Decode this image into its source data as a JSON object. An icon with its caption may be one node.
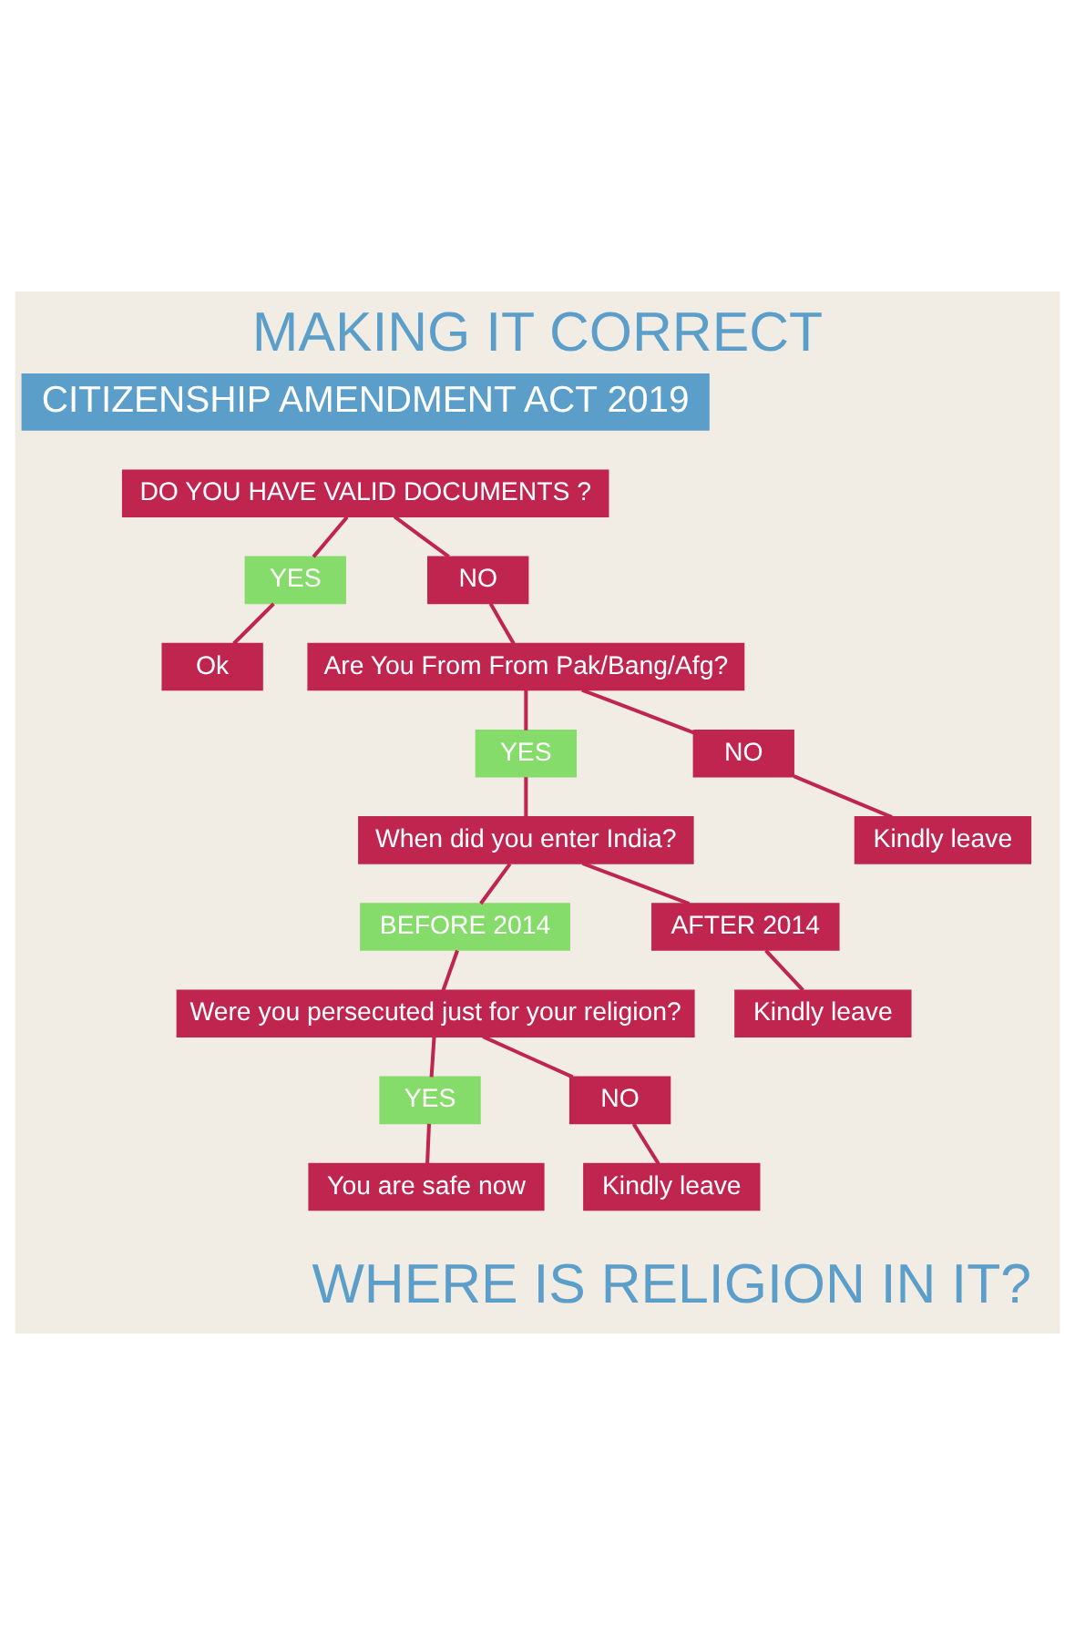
{
  "diagram": {
    "title": "MAKING IT CORRECT",
    "caption": "WHERE IS RELIGION IN IT?",
    "nodes": [
      {
        "text": [
          "CITIZENSHIP AMENDMENT ACT 2019"
        ]
      },
      {
        "text": [
          "DO YOU HAVE VALID DOCUMENTS ?"
        ]
      },
      {
        "text": [
          "YES"
        ]
      },
      {
        "text": [
          "NO"
        ]
      },
      {
        "text": [
          "Ok"
        ]
      },
      {
        "text": [
          "Are You From From Pak/Bang/Afg?"
        ]
      },
      {
        "text": [
          "YES"
        ]
      },
      {
        "text": [
          "NO"
        ]
      },
      {
        "text": [
          "When did you enter India?"
        ]
      },
      {
        "text": [
          "Kindly leave"
        ]
      },
      {
        "text": [
          "BEFORE 2014"
        ]
      },
      {
        "text": [
          "AFTER 2014"
        ]
      },
      {
        "text": [
          "Were you persecuted just for your religion?"
        ]
      },
      {
        "text": [
          "Kindly leave"
        ]
      },
      {
        "text": [
          "YES"
        ]
      },
      {
        "text": [
          "NO"
        ]
      },
      {
        "text": [
          "You are safe now"
        ]
      },
      {
        "text": [
          "Kindly leave"
        ]
      }
    ],
    "edges": [
      {
        "from": 1,
        "to": 2,
        "arrow": "none"
      },
      {
        "from": 1,
        "to": 3,
        "arrow": "none"
      },
      {
        "from": 2,
        "to": 4,
        "arrow": "none"
      },
      {
        "from": 3,
        "to": 5,
        "arrow": "none"
      },
      {
        "from": 5,
        "to": 6,
        "arrow": "none"
      },
      {
        "from": 5,
        "to": 7,
        "arrow": "none"
      },
      {
        "from": 6,
        "to": 8,
        "arrow": "none"
      },
      {
        "from": 7,
        "to": 9,
        "arrow": "none"
      },
      {
        "from": 8,
        "to": 10,
        "arrow": "none"
      },
      {
        "from": 8,
        "to": 11,
        "arrow": "none"
      },
      {
        "from": 10,
        "to": 12,
        "arrow": "none"
      },
      {
        "from": 11,
        "to": 13,
        "arrow": "none"
      },
      {
        "from": 12,
        "to": 14,
        "arrow": "none"
      },
      {
        "from": 12,
        "to": 15,
        "arrow": "none"
      },
      {
        "from": 14,
        "to": 16,
        "arrow": "none"
      },
      {
        "from": 15,
        "to": 17,
        "arrow": "none"
      }
    ]
  }
}
